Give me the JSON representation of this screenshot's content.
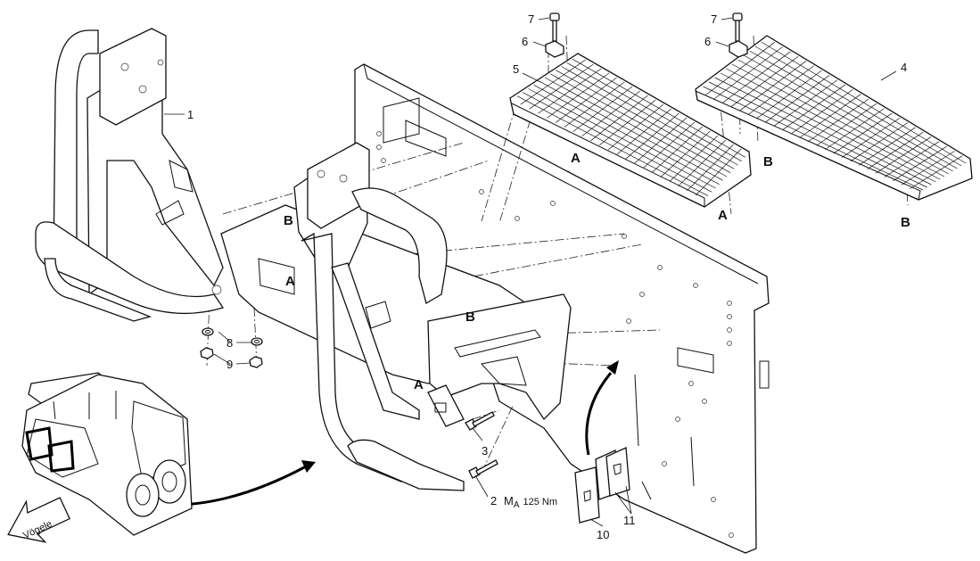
{
  "diagram": {
    "callouts": {
      "c1": "1",
      "c2": "2",
      "c3": "3",
      "c4": "4",
      "c5": "5",
      "c6a": "6",
      "c6b": "6",
      "c7a": "7",
      "c7b": "7",
      "c8": "8",
      "c9": "9",
      "c10": "10",
      "c11": "11"
    },
    "letters": {
      "a_left": "A",
      "b_left": "B",
      "a_front": "A",
      "b_front": "B",
      "a_grate1": "A",
      "a_grate1_bottom": "A",
      "b_grate2": "B",
      "b_grate2_bottom": "B"
    },
    "torque": {
      "prefix": "M",
      "subscript": "A",
      "value": "125 Nm"
    },
    "brand": "Vögele"
  }
}
